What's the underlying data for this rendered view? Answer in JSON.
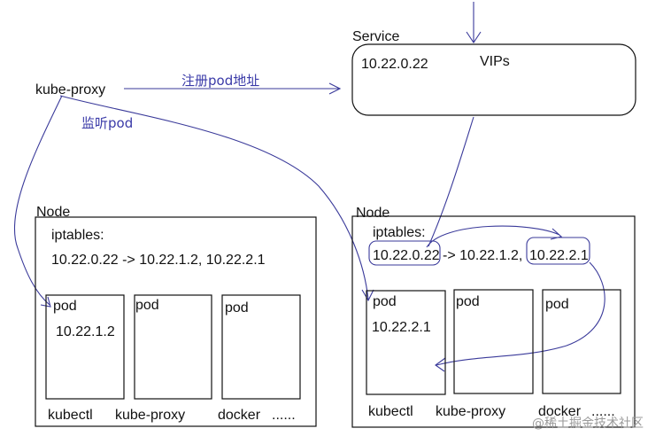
{
  "service": {
    "title": "Service",
    "ip": "10.22.0.22",
    "vips": "VIPs"
  },
  "kube_proxy_label": "kube-proxy",
  "annotations": {
    "register": "注册pod地址",
    "watch": "监听pod"
  },
  "left_node": {
    "title": "Node",
    "iptables_label": "iptables:",
    "rule": "10.22.0.22 -> 10.22.1.2, 10.22.2.1",
    "pods": [
      {
        "label": "pod",
        "ip": "10.22.1.2"
      },
      {
        "label": "pod",
        "ip": ""
      },
      {
        "label": "pod",
        "ip": ""
      }
    ],
    "components": [
      "kubectl",
      "kube-proxy",
      "docker",
      "......"
    ]
  },
  "right_node": {
    "title": "Node",
    "iptables_label": "iptables:",
    "rule_vip": "10.22.0.22",
    "rule_mid": "-> 10.22.1.2,",
    "rule_target": "10.22.2.1",
    "pods": [
      {
        "label": "pod",
        "ip": "10.22.2.1"
      },
      {
        "label": "pod",
        "ip": ""
      },
      {
        "label": "pod",
        "ip": ""
      }
    ],
    "components": [
      "kubectl",
      "kube-proxy",
      "docker",
      "......"
    ]
  },
  "watermark": "@稀土掘金技术社区"
}
